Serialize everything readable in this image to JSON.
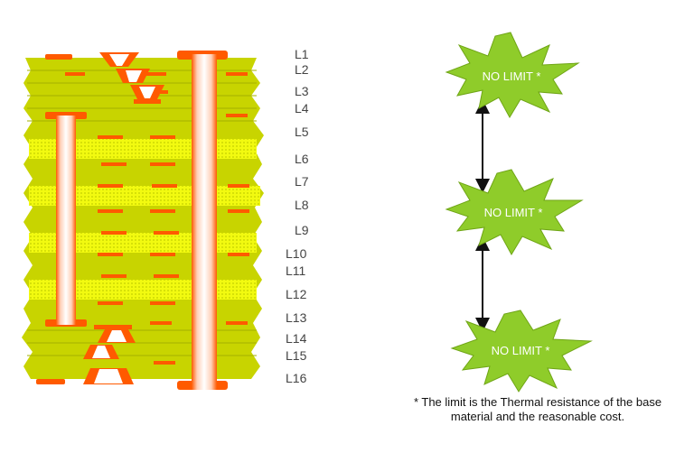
{
  "layer_labels": [
    "L1",
    "L2",
    "L3",
    "L4",
    "L5",
    "L6",
    "L7",
    "L8",
    "L9",
    "L10",
    "L11",
    "L12",
    "L13",
    "L14",
    "L15",
    "L16"
  ],
  "bursts": [
    {
      "label": "NO LIMIT *"
    },
    {
      "label": "NO LIMIT *"
    },
    {
      "label": "NO LIMIT *"
    }
  ],
  "footnote": {
    "line1": "* The limit is the Thermal resistance of  the base",
    "line2": "material and the reasonable cost."
  },
  "colors": {
    "dielectric": "#c8d400",
    "dielectric_dark": "#a3b100",
    "prepreg": "#eef800",
    "copper": "#ff5a00",
    "burst": "#8fcc2a",
    "arrow": "#111111"
  }
}
